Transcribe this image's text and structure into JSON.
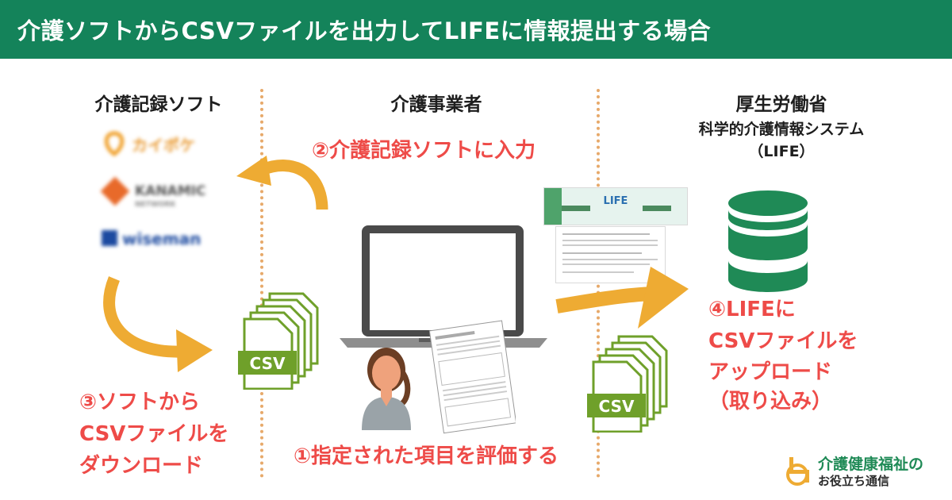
{
  "header": {
    "title": "介護ソフトからCSVファイルを出力してLIFEに情報提出する場合"
  },
  "columns": {
    "left": "介護記録ソフト",
    "center": "介護事業者",
    "right_line1": "厚生労働省",
    "right_line2": "科学的介護情報システム",
    "right_line3": "（LIFE）"
  },
  "logos": [
    "カイポケ",
    "KANAMIC",
    "NETWORK",
    "wiseman"
  ],
  "steps": {
    "step1": "①指定された項目を評価する",
    "step2": "②介護記録ソフトに入力",
    "step3": [
      "③ソフトから",
      "CSVファイルを",
      "ダウンロード"
    ],
    "step4": [
      "④LIFEに",
      "CSVファイルを",
      "アップロード",
      "（取り込み）"
    ]
  },
  "csv_label": "CSV",
  "life_screen_title": "LIFE",
  "brand": {
    "line1": "介護健康福祉の",
    "line2": "お役立ち通信"
  },
  "colors": {
    "header": "#14835a",
    "accent_red": "#ee4b48",
    "arrow": "#eeab33",
    "csv_green": "#6fa02a",
    "db_green": "#1f8a56"
  }
}
